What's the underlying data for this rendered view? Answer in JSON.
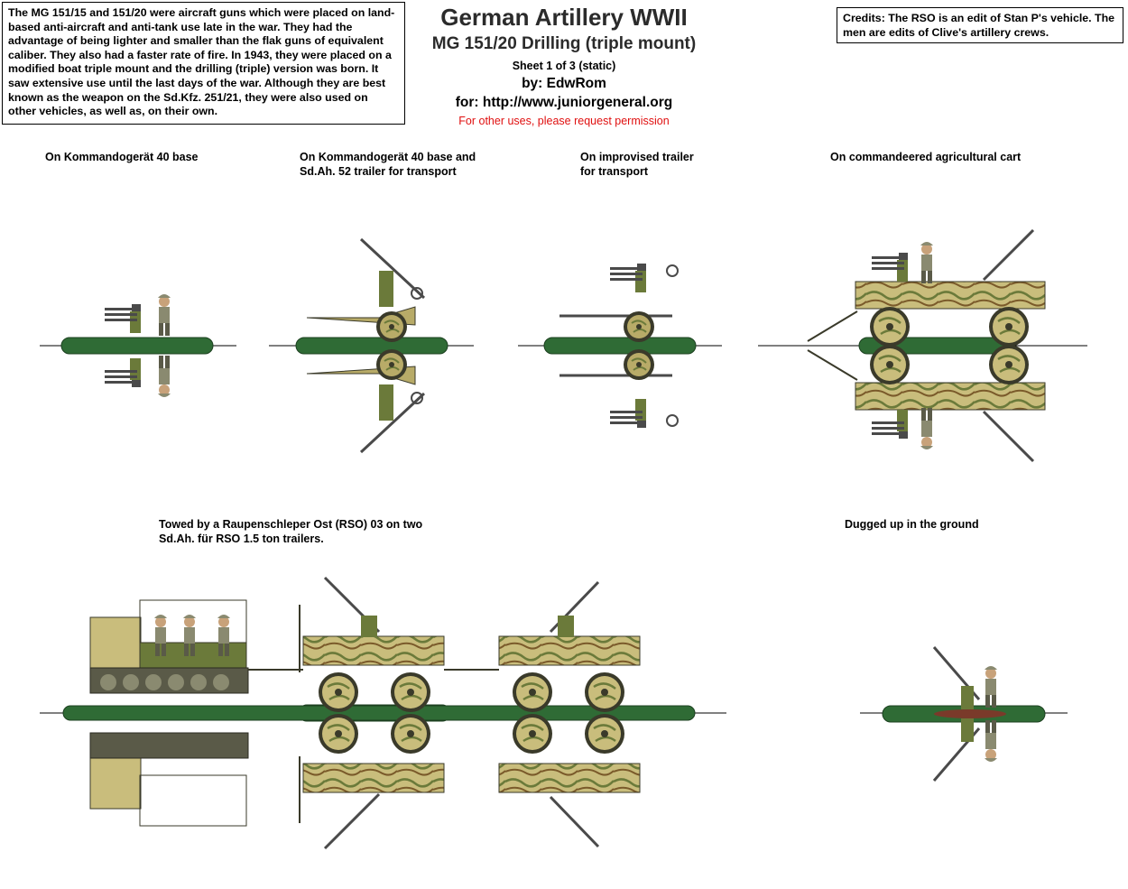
{
  "description": "The MG 151/15 and 151/20 were aircraft guns which were placed on land-based anti-aircraft and anti-tank use late in the war. They had the advantage of being lighter and smaller than the flak guns of equivalent caliber. They also had a faster rate of fire. In 1943, they were placed on a modified boat triple mount and the drilling (triple) version was born. It saw extensive use until the last days of the war. Although they are best known as the weapon on the Sd.Kfz. 251/21, they were also used on other vehicles, as well as, on their own.",
  "credits": "Credits: The RSO is an edit of Stan P's vehicle. The men are edits of Clive's artillery crews.",
  "header": {
    "title": "German Artillery WWII",
    "subtitle": "MG 151/20 Drilling (triple mount)",
    "sheet": "Sheet 1 of 3 (static)",
    "byline": "by: EdwRom",
    "for": "for: http://www.juniorgeneral.org",
    "permission": "For other uses, please request permission"
  },
  "captions": {
    "c1": "On Kommandogerät 40 base",
    "c2": "On Kommandogerät 40 base and\nSd.Ah. 52 trailer for transport",
    "c3": "On improvised trailer\nfor transport",
    "c4": "On commandeered agricultural cart",
    "c5": "Towed by a Raupenschleper Ost (RSO) 03 on two\nSd.Ah. für RSO 1.5 ton trailers.",
    "c6": "Dugged up in the ground"
  },
  "colors": {
    "base_green": "#2f6b35",
    "camo_tan": "#c9bd7c",
    "camo_dark": "#6b7a3a",
    "camo_brown": "#7a5a2a",
    "gun_grey": "#4a4a4a",
    "permission_red": "#e01010"
  }
}
